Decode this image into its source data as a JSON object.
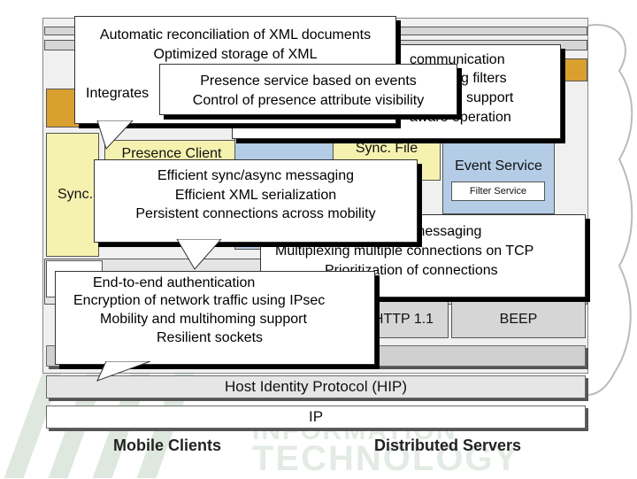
{
  "watermark": {
    "line1": "INFORMATION",
    "line2": "TECHNOLOGY"
  },
  "layers": {
    "ip": "IP",
    "hip": "Host Identity Protocol (HIP)"
  },
  "blocks": {
    "sync_left": "Sync.",
    "presence_client": "Presence Client",
    "sync_file": "Sync. File",
    "event_service": "Event Service",
    "filter_service": "Filter Service",
    "http": "HTTP 1.1",
    "beep": "BEEP"
  },
  "footer": {
    "mobile_clients": "Mobile Clients",
    "distributed_servers": "Distributed Servers"
  },
  "callouts": {
    "xml": [
      "Automatic reconciliation of XML documents",
      "Optimized storage of XML"
    ],
    "comm": [
      "communication",
      "g filters",
      "support",
      "aware operation"
    ],
    "comm_left": "Integrates",
    "presence": [
      "Presence service based on events",
      "Control of presence attribute visibility"
    ],
    "sync": [
      "Efficient sync/async messaging",
      "Efficient XML serialization",
      "Persistent connections across mobility"
    ],
    "mux": [
      "messaging",
      "Multiplexing multiple connections on TCP",
      "Prioritization of connections"
    ],
    "hip": [
      "End-to-end authentication",
      "Encryption of network traffic using IPsec",
      "Mobility and multihoming support",
      "Resilient sockets"
    ]
  },
  "colors": {
    "orange": "#d9a030",
    "yellow": "#f5f2b0",
    "blue": "#b4cce6",
    "gray": "#d6d6d6"
  }
}
